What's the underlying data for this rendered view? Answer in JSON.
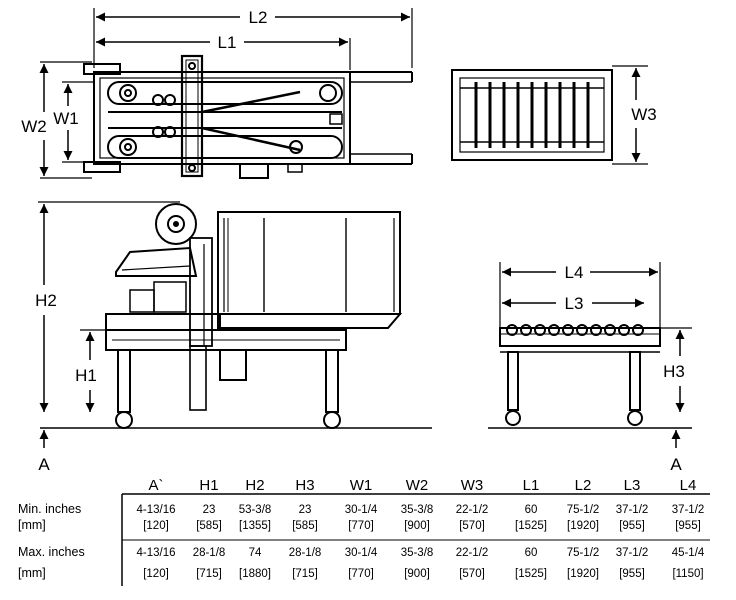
{
  "dimension_labels": {
    "L2": "L2",
    "L1": "L1",
    "W1": "W1",
    "W2": "W2",
    "W3": "W3",
    "H1": "H1",
    "H2": "H2",
    "H3": "H3",
    "L3": "L3",
    "L4": "L4",
    "A_left": "A",
    "A_right": "A"
  },
  "table": {
    "columns": [
      "A`",
      "H1",
      "H2",
      "H3",
      "W1",
      "W2",
      "W3",
      "L1",
      "L2",
      "L3",
      "L4"
    ],
    "rows": [
      {
        "label1": "Min. inches",
        "label2": "[mm]",
        "inches": [
          "4-13/16",
          "23",
          "53-3/8",
          "23",
          "30-1/4",
          "35-3/8",
          "22-1/2",
          "60",
          "75-1/2",
          "37-1/2",
          "37-1/2"
        ],
        "mm": [
          "[120]",
          "[585]",
          "[1355]",
          "[585]",
          "[770]",
          "[900]",
          "[570]",
          "[1525]",
          "[1920]",
          "[955]",
          "[955]"
        ]
      },
      {
        "label1": "Max. inches",
        "label2": "[mm]",
        "inches": [
          "4-13/16",
          "28-1/8",
          "74",
          "28-1/8",
          "30-1/4",
          "35-3/8",
          "22-1/2",
          "60",
          "75-1/2",
          "37-1/2",
          "45-1/4"
        ],
        "mm": [
          "[120]",
          "[715]",
          "[1880]",
          "[715]",
          "[770]",
          "[900]",
          "[570]",
          "[1525]",
          "[1920]",
          "[955]",
          "[1150]"
        ]
      }
    ]
  },
  "colors": {
    "ink": "#000000",
    "paper": "#ffffff"
  }
}
